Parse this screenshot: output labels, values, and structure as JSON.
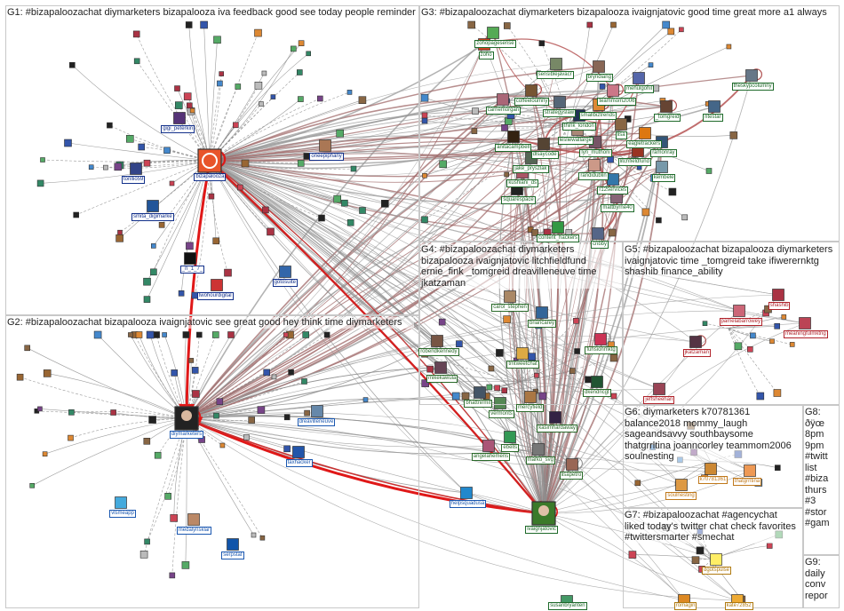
{
  "groups": [
    {
      "label": "G1: #bizapaloozachat diymarketers bizapalooza iva feedback good see today people reminder"
    },
    {
      "label": "G2: #bizapaloozachat bizapalooza ivaignjatovic see great good hey think time diymarketers"
    },
    {
      "label": "G3: #bizapaloozachat diymarketers bizapalooza ivaignjatovic good time great more a1 always"
    },
    {
      "label": "G4: #bizapaloozachat diymarketers bizapalooza ivaignjatovic litchfieldfund ernie_fink _tomgreid dreavilleneuve time jkatzaman"
    },
    {
      "label": "G5: #bizapaloozachat bizapalooza diymarketers ivaignjatovic time _tomgreid take ifiwerernktg shashib finance_ability"
    },
    {
      "label": "G6: diymarketers k70781361 balance2018 mommy_laugh sageandsavvy southbaysome thatgrrltina joanncorley teammom2006 soulnesting"
    },
    {
      "label": "G7: #bizapaloozachat #agencychat liked today's twitter chat check favorites #twittersmarter #smechat"
    },
    {
      "label": "G8: ðÿœ 8pm 9pm #twitt list #biza thurs #3 #stor #gam"
    },
    {
      "label": "G9: daily conv repor"
    }
  ],
  "nodes": [
    {
      "id": "bizapalooza",
      "label": "bizapalooza",
      "group": 0,
      "color": "#e8542a",
      "big": true
    },
    {
      "id": "diymarketers",
      "label": "diymarketers",
      "group": 1,
      "color": "#222222",
      "big": true
    },
    {
      "id": "ivaignjatovic",
      "label": "ivaignjatovic",
      "group": 2,
      "color": "#3b7a2a",
      "big": true
    },
    {
      "id": "gigi_peterkin",
      "label": "gigi_peterkin",
      "group": 0,
      "color": "#553377"
    },
    {
      "id": "torillio59",
      "label": "torillio59",
      "group": 0,
      "color": "#334488"
    },
    {
      "id": "smita_digimarke",
      "label": "smita_digimarke",
      "group": 0,
      "color": "#225599"
    },
    {
      "id": "oneepiphany",
      "label": "oneepiphany",
      "group": 0,
      "color": "#aa7755"
    },
    {
      "id": "gotosuite",
      "label": "gotosuite",
      "group": 0,
      "color": "#3366aa"
    },
    {
      "id": "n_1_7",
      "label": "_n_1_7_",
      "group": 0,
      "color": "#111111"
    },
    {
      "id": "twohourdigital",
      "label": "twohourdigital",
      "group": 0,
      "color": "#cc3333"
    },
    {
      "id": "dreavilleneuve",
      "label": "dreavilleneuve",
      "group": 1,
      "color": "#6688aa"
    },
    {
      "id": "taxhacker",
      "label": "taxhacker",
      "group": 1,
      "color": "#2255aa"
    },
    {
      "id": "helpsquadusa",
      "label": "helpsquadusa",
      "group": 1,
      "color": "#2288cc"
    },
    {
      "id": "vlsmeapp",
      "label": "vlsmeapp",
      "group": 1,
      "color": "#44aadd"
    },
    {
      "id": "medalynsklar",
      "label": "medalynsklar",
      "group": 1,
      "color": "#bb8866"
    },
    {
      "id": "serpstat",
      "label": "serpstat",
      "group": 1,
      "color": "#1155aa"
    },
    {
      "id": "zohopagesense",
      "label": "zohopagesense",
      "group": 2,
      "color": "#55aa55"
    },
    {
      "id": "zoho",
      "label": "zoho",
      "group": 2,
      "color": "#cc4422"
    },
    {
      "id": "sensibleguy",
      "label": "sensiblejavacr",
      "group": 2,
      "color": "#778866"
    },
    {
      "id": "bryndiang",
      "label": "bryndiang",
      "group": 2,
      "color": "#886655"
    },
    {
      "id": "mehulgohil",
      "label": "mehulgohil",
      "group": 2,
      "color": "#5566aa"
    },
    {
      "id": "theskypcolumn",
      "label": "theskypcolumny",
      "group": 2,
      "color": "#667788"
    },
    {
      "id": "coffeeloumny",
      "label": "coffeeloumny",
      "group": 2,
      "color": "#775533"
    },
    {
      "id": "carriemorgan",
      "label": "carriemorgan",
      "group": 2,
      "color": "#aa6677"
    },
    {
      "id": "teammom2006",
      "label": "teammom2006",
      "group": 2,
      "color": "#cc7788"
    },
    {
      "id": "strategyslaw",
      "label": "strategyslaw",
      "group": 2,
      "color": "#556677"
    },
    {
      "id": "smallbiz",
      "label": "smallbiztrends",
      "group": 2,
      "color": "#dd8833"
    },
    {
      "id": "think_london",
      "label": "think_london",
      "group": 2,
      "color": "#223355"
    },
    {
      "id": "lisa",
      "label": "lisa",
      "group": 2,
      "color": "#886644"
    },
    {
      "id": "tomgreid",
      "label": "_tomgreid",
      "group": 2,
      "color": "#664433"
    },
    {
      "id": "ritestar",
      "label": "ritestar",
      "group": 2,
      "color": "#446688"
    },
    {
      "id": "leslie",
      "label": "lesliewatlarge",
      "group": 2,
      "color": "#aa8877"
    },
    {
      "id": "eagletrackers",
      "label": "eagletrackers",
      "group": 2,
      "color": "#dd7711"
    },
    {
      "id": "ramonray",
      "label": "ramonray",
      "group": 2,
      "color": "#335577"
    },
    {
      "id": "anitacampbell",
      "label": "anitacampbell",
      "group": 2,
      "color": "#332211"
    },
    {
      "id": "dlsaycode",
      "label": "dlsaycode",
      "group": 2,
      "color": "#554433"
    },
    {
      "id": "lyn_muthoni",
      "label": "lyn_muthoni",
      "group": 2,
      "color": "#775566"
    },
    {
      "id": "litchfield",
      "label": "litchfieldfund",
      "group": 2,
      "color": "#993322"
    },
    {
      "id": "jake_pryszlak",
      "label": "jake_pryszlak",
      "group": 2,
      "color": "#556655"
    },
    {
      "id": "randidublin",
      "label": "randidublin",
      "group": 2,
      "color": "#cc9988"
    },
    {
      "id": "kumbele",
      "label": "kembele",
      "group": 2,
      "color": "#7799aa"
    },
    {
      "id": "kushiani_ds",
      "label": "kushiani_ds",
      "group": 2,
      "color": "#aa5566"
    },
    {
      "id": "r12services",
      "label": "r12services",
      "group": 2,
      "color": "#3377aa"
    },
    {
      "id": "squarespace",
      "label": "squarespace",
      "group": 2,
      "color": "#222222"
    },
    {
      "id": "mattbyrne40",
      "label": "mattbyrne40",
      "group": 2,
      "color": "#886677"
    },
    {
      "id": "content_hackers",
      "label": "content_hackers",
      "group": 2,
      "color": "#339944"
    },
    {
      "id": "cnbby",
      "label": "cnbby",
      "group": 2,
      "color": "#556688"
    },
    {
      "id": "carol_stephen",
      "label": "carol_stephen",
      "group": 3,
      "color": "#aa8866"
    },
    {
      "id": "robendkennedy",
      "label": "robendkennedy",
      "group": 3,
      "color": "#775544"
    },
    {
      "id": "briancarey",
      "label": "briancarey",
      "group": 3,
      "color": "#336699"
    },
    {
      "id": "mikekawula",
      "label": "mikekawula",
      "group": 3,
      "color": "#664455"
    },
    {
      "id": "tmtweetchat",
      "label": "tmtweetchat",
      "group": 3,
      "color": "#ddaa44"
    },
    {
      "id": "fuhsionmktg",
      "label": "fuhsionmktg",
      "group": 3,
      "color": "#cc3355"
    },
    {
      "id": "bhattnirmit",
      "label": "bhattnirmit",
      "group": 3,
      "color": "#445566"
    },
    {
      "id": "mercyfield",
      "label": "mercyfield",
      "group": 3,
      "color": "#aa7744"
    },
    {
      "id": "dkendricgt",
      "label": "dkendricgt",
      "group": 3,
      "color": "#225533"
    },
    {
      "id": "vermonts",
      "label": "vermonts",
      "group": 3,
      "color": "#558855"
    },
    {
      "id": "kasimhardaway",
      "label": "kasimhardaway",
      "group": 3,
      "color": "#332244"
    },
    {
      "id": "angelahemens",
      "label": "angelahemens",
      "group": 3,
      "color": "#aa5577"
    },
    {
      "id": "marko_svg",
      "label": "marko_svg",
      "group": 3,
      "color": "#777777"
    },
    {
      "id": "ebells",
      "label": "ebells",
      "group": 3,
      "color": "#339955"
    },
    {
      "id": "lisapetro",
      "label": "lisapetro",
      "group": 3,
      "color": "#996655"
    },
    {
      "id": "pamelabarrowey",
      "label": "pamelabarrowey",
      "group": 4,
      "color": "#cc6677"
    },
    {
      "id": "shashib",
      "label": "shashib",
      "group": 4,
      "color": "#aa3344"
    },
    {
      "id": "meaningfulmktg",
      "label": "meaningfulmktng",
      "group": 4,
      "color": "#bb4455"
    },
    {
      "id": "jkatzaman",
      "label": "jkatzaman",
      "group": 4,
      "color": "#553344"
    },
    {
      "id": "jeffsheehan",
      "label": "jeffsheehan",
      "group": 4,
      "color": "#994455"
    },
    {
      "id": "soulnesting",
      "label": "soulnesting",
      "group": 5,
      "color": "#dd9944"
    },
    {
      "id": "k70781361",
      "label": "k70781361",
      "group": 5,
      "color": "#cc8833"
    },
    {
      "id": "thatgrrltina",
      "label": "thatgrrltina",
      "group": 5,
      "color": "#ee9955"
    },
    {
      "id": "dgotspulse",
      "label": "dgotspulse",
      "group": 6,
      "color": "#ffee66"
    },
    {
      "id": "romagin",
      "label": "romagin",
      "group": 6,
      "color": "#dd8822"
    },
    {
      "id": "kate72852",
      "label": "kate72852",
      "group": 6,
      "color": "#eeaa33"
    },
    {
      "id": "susanbryanten",
      "label": "susanbryanten",
      "group": 2,
      "color": "#449966"
    }
  ]
}
